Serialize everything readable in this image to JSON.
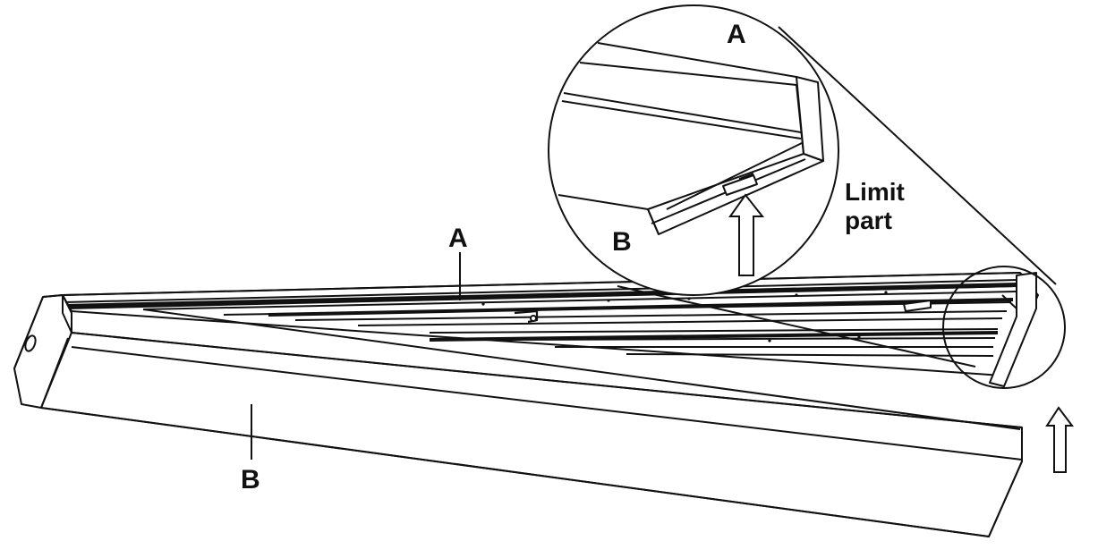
{
  "callouts": {
    "main_top": "A",
    "main_bottom": "B",
    "detail_top": "A",
    "detail_bottom": "B",
    "limit_line1": "Limit",
    "limit_line2": "part"
  },
  "colors": {
    "line": "#111111",
    "background": "#ffffff"
  }
}
